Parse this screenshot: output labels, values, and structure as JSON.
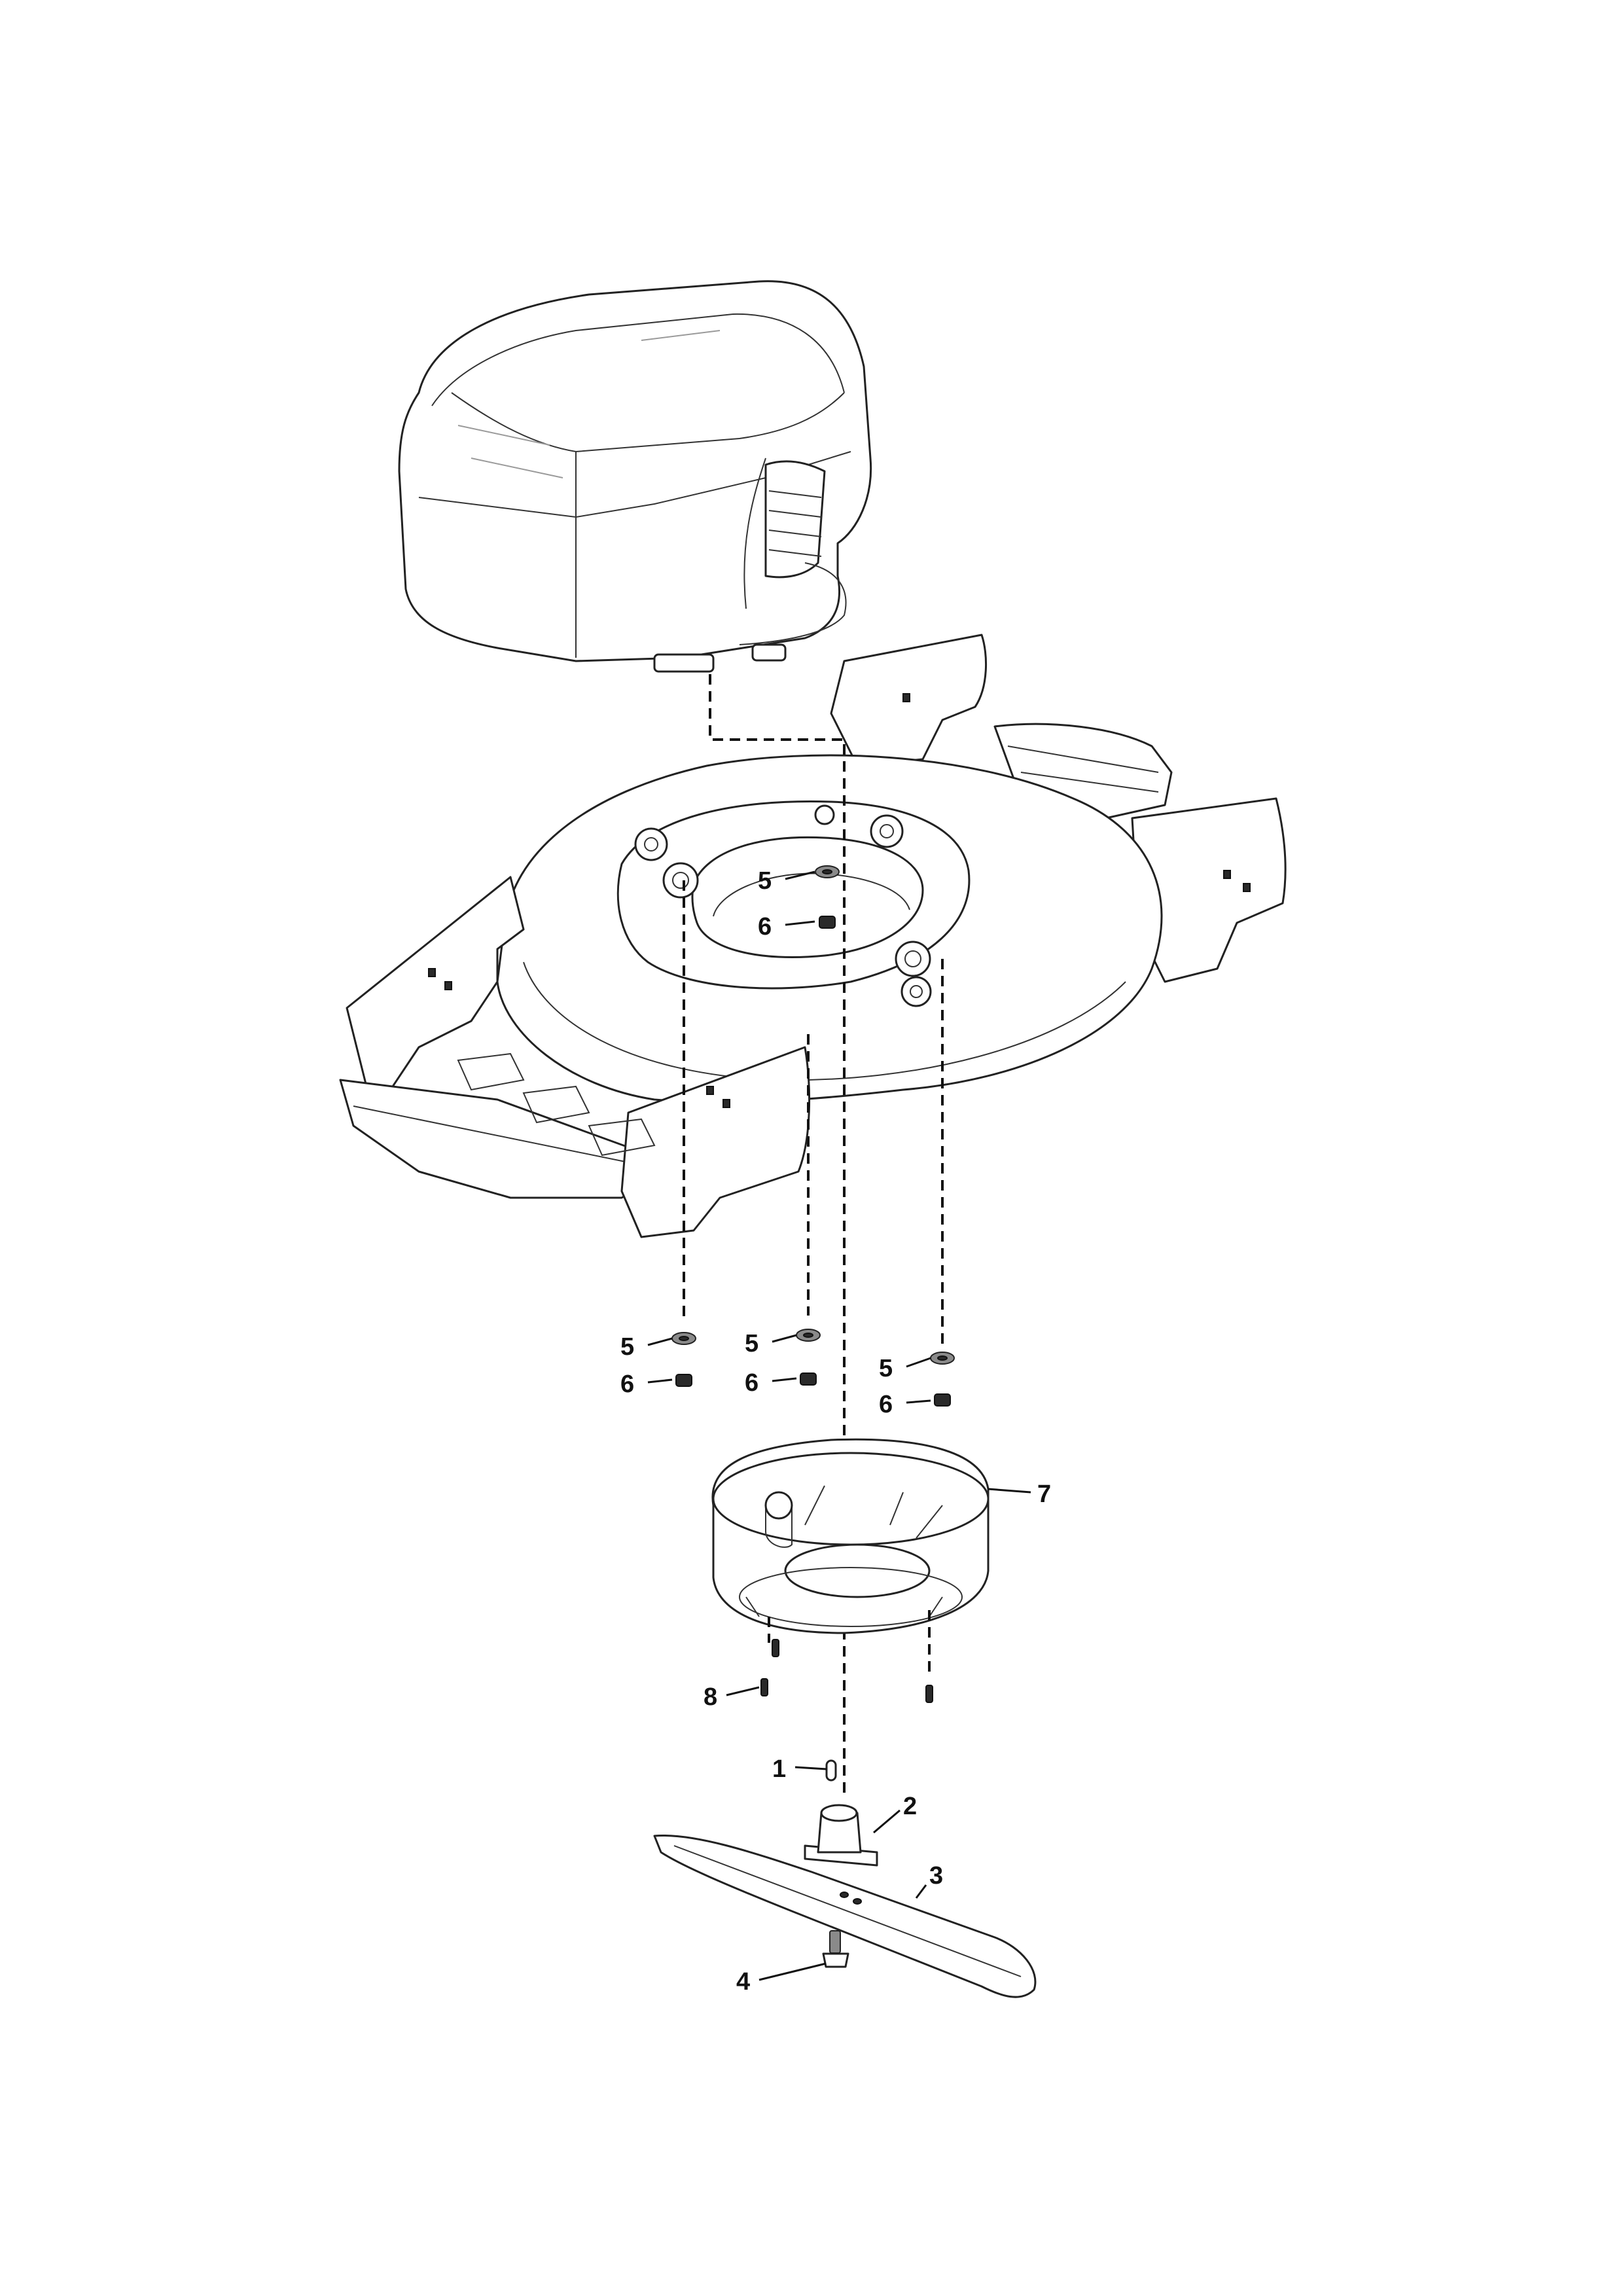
{
  "callouts": {
    "c1": "1",
    "c2": "2",
    "c3": "3",
    "c4": "4",
    "c5_top": "5",
    "c6_top": "6",
    "c5_left": "5",
    "c6_left": "6",
    "c5_mid": "5",
    "c6_mid": "6",
    "c5_right": "5",
    "c6_right": "6",
    "c7": "7",
    "c8": "8"
  }
}
